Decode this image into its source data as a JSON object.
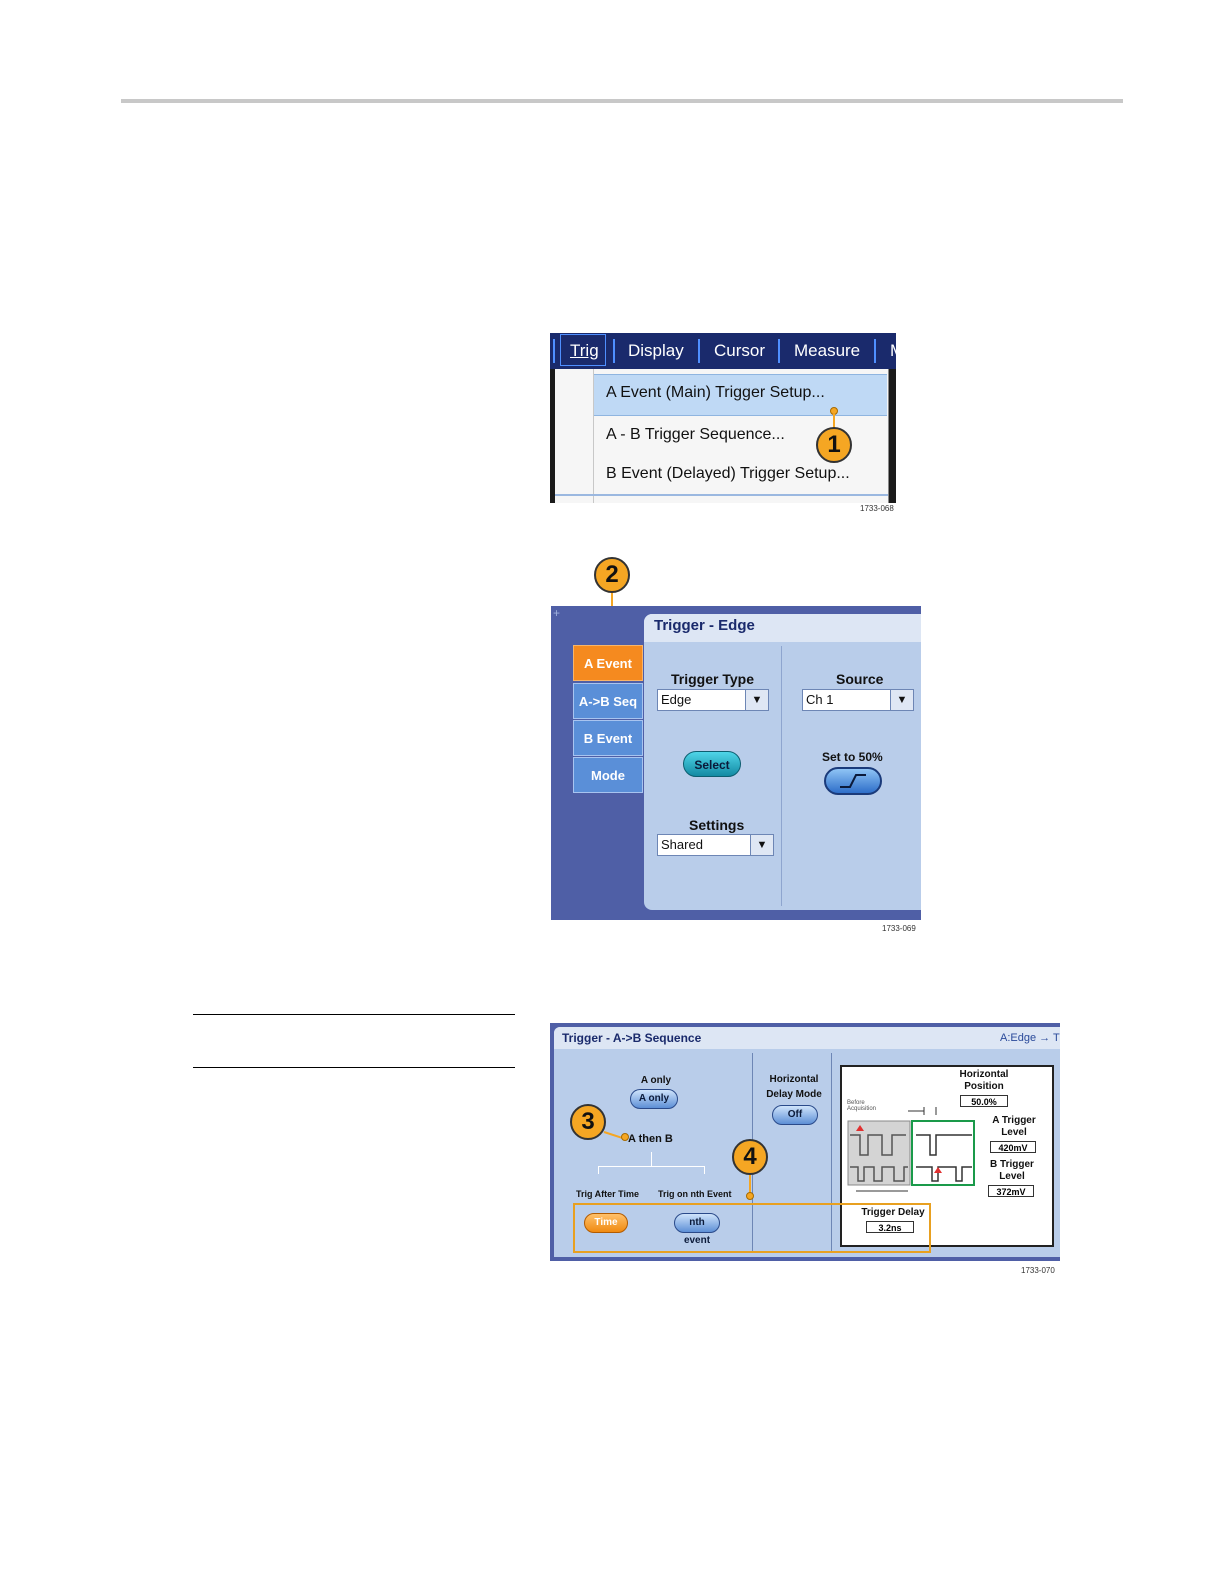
{
  "fig1": {
    "menubar": [
      "Trig",
      "Display",
      "Cursor",
      "Measure",
      "M"
    ],
    "menu_items": [
      "A Event (Main) Trigger Setup...",
      "A - B Trigger Sequence...",
      "B Event (Delayed) Trigger Setup..."
    ],
    "callout": "1",
    "fig_id": "1733-068"
  },
  "fig2": {
    "callout": "2",
    "tabs": [
      "A Event",
      "A->B Seq",
      "B Event",
      "Mode"
    ],
    "title": "Trigger - Edge",
    "trigger_type_label": "Trigger Type",
    "trigger_type_value": "Edge",
    "source_label": "Source",
    "source_value": "Ch 1",
    "select_button": "Select",
    "set50_label": "Set to 50%",
    "settings_label": "Settings",
    "settings_value": "Shared",
    "fig_id": "1733-069"
  },
  "fig3": {
    "title": "Trigger - A->B Sequence",
    "title_right": "A:Edge → T",
    "a_only_label": "A only",
    "a_only_button": "A only",
    "a_then_b": "A then B",
    "hdm_label_1": "Horizontal",
    "hdm_label_2": "Delay Mode",
    "off_button": "Off",
    "trig_after_time": "Trig After Time",
    "trig_nth_event": "Trig on nth Event",
    "time_button": "Time",
    "nth_button": "nth event",
    "horizontal_position_1": "Horizontal",
    "horizontal_position_2": "Position",
    "horizontal_position_value": "50.0%",
    "before_acq_1": "Before",
    "before_acq_2": "Acquisition",
    "a_trigger_level_1": "A Trigger",
    "a_trigger_level_2": "Level",
    "a_trigger_level_value": "420mV",
    "b_trigger_level_1": "B Trigger",
    "b_trigger_level_2": "Level",
    "b_trigger_level_value": "372mV",
    "trigger_delay_label": "Trigger Delay",
    "trigger_delay_value": "3.2ns",
    "callout3": "3",
    "callout4": "4",
    "fig_id": "1733-070"
  },
  "colors": {
    "callout": "#f5a623",
    "menubar": "#1a2a6c",
    "panel_bg": "#b9cdea",
    "outer_bg": "#4f5fa6",
    "tab_active": "#f58a1f"
  }
}
